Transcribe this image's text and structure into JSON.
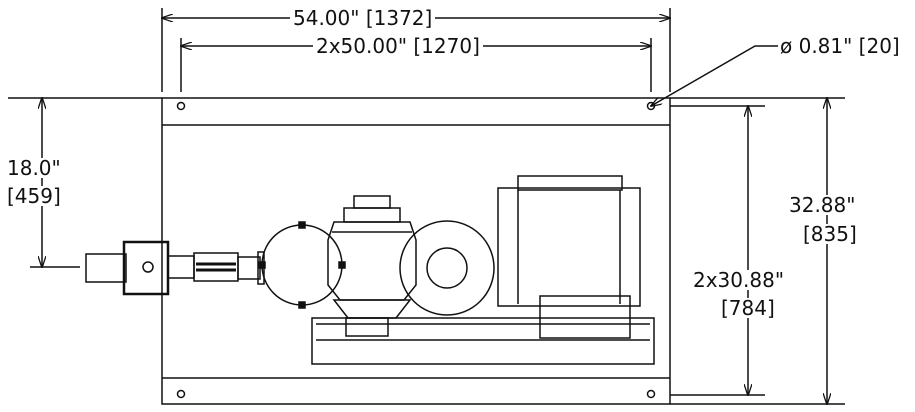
{
  "dimensions": {
    "overall_width": "54.00\" [1372]",
    "hole_spacing_width": "2x50.00\" [1270]",
    "hole_diameter": "ø 0.81\" [20]",
    "inlet_height_in": "18.0\"",
    "inlet_height_mm": "[459]",
    "overall_height_in": "32.88\"",
    "overall_height_mm": "[835]",
    "hole_spacing_height_in": "2x30.88\"",
    "hole_spacing_height_mm": "[784]"
  },
  "colors": {
    "line": "#111111",
    "background": "#ffffff"
  }
}
